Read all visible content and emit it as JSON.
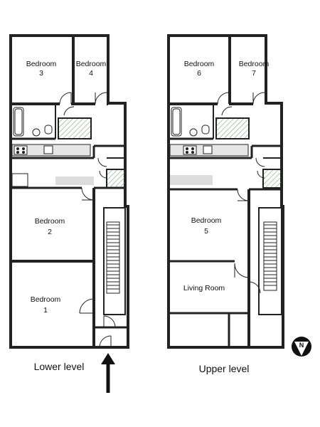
{
  "lower": {
    "caption": "Lower level",
    "rooms": [
      {
        "name": "Bedroom",
        "num": "3"
      },
      {
        "name": "Bedroom",
        "num": "4"
      },
      {
        "name": "Bedroom",
        "num": "2"
      },
      {
        "name": "Bedroom",
        "num": "1"
      }
    ]
  },
  "upper": {
    "caption": "Upper level",
    "rooms": [
      {
        "name": "Bedroom",
        "num": "6"
      },
      {
        "name": "Bedroom",
        "num": "7"
      },
      {
        "name": "Bedroom",
        "num": "5"
      },
      {
        "name": "Living Room"
      }
    ]
  },
  "compass": {
    "letter": "N"
  },
  "colors": {
    "wall": "#222222",
    "floor": "#dcdcdc",
    "hatch": "#7aa77a"
  }
}
